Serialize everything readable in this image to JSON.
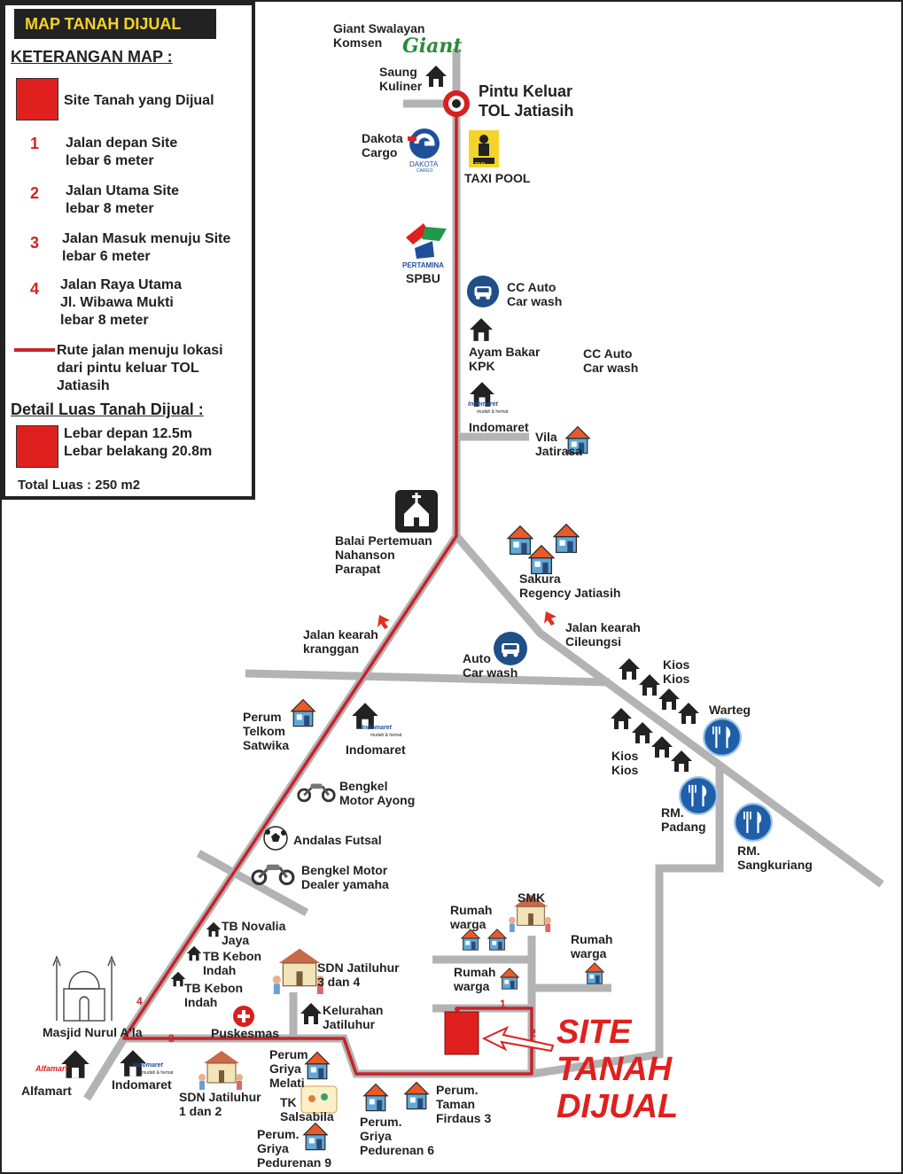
{
  "legend": {
    "title": "MAP TANAH DIJUAL",
    "keterangan_heading": "KETERANGAN MAP :",
    "site_label": "Site Tanah yang Dijual",
    "items": [
      {
        "num": "1",
        "text": "Jalan depan Site\nlebar 6 meter"
      },
      {
        "num": "2",
        "text": "Jalan Utama Site\nlebar 8 meter"
      },
      {
        "num": "3",
        "text": "Jalan Masuk menuju Site\nlebar 6 meter"
      },
      {
        "num": "4",
        "text": "Jalan Raya Utama\nJl. Wibawa Mukti\nlebar 8 meter"
      }
    ],
    "route_label": "Rute jalan menuju lokasi\ndari pintu keluar TOL\nJatiasih",
    "detail_heading": "Detail Luas Tanah Dijual :",
    "detail_text": "Lebar depan 12.5m\nLebar belakang 20.8m",
    "total": "Total Luas : 250 m2",
    "colors": {
      "title_bg": "#222222",
      "title_text": "#f4d42a",
      "site": "#e0201e",
      "route": "#c8232a"
    }
  },
  "places": {
    "giant": "Giant Swalayan\nKomsen",
    "giant_logo": "Giant",
    "saung": "Saung\nKuliner",
    "tol": "Pintu Keluar\nTOL Jatiasih",
    "dakota": "Dakota\nCargo",
    "dakota_logo": "DAKOTA",
    "dakota_logo_sub": "CARGO",
    "taxi": "TAXI POOL",
    "taxi_sign": "TAXI",
    "pertamina_logo": "PERTAMINA",
    "spbu": "SPBU",
    "cc_auto_1": "CC Auto\nCar wash",
    "ayam": "Ayam Bakar\nKPK",
    "cc_auto_2": "CC Auto\nCar wash",
    "indomaret_1": "Indomaret",
    "indomaret_logo": "Indomaret",
    "indomaret_tag": "mudah & hemat",
    "vila": "Vila\nJatirasa",
    "balai": "Balai Pertemuan\nNahanson\nParapat",
    "sakura": "Sakura\nRegency Jatiasih",
    "kranggan": "Jalan kearah\nkranggan",
    "cileungsi": "Jalan kearah\nCileungsi",
    "auto_wash": "Auto\nCar wash",
    "kios_1": "Kios\nKios",
    "warteg": "Warteg",
    "kios_2": "Kios\nKios",
    "telkom": "Perum\nTelkom\nSatwika",
    "indomaret_2": "Indomaret",
    "bengkel_ayong": "Bengkel\nMotor Ayong",
    "rm_padang": "RM.\nPadang",
    "rm_sangkuriang": "RM.\nSangkuriang",
    "futsal": "Andalas Futsal",
    "bengkel_yamaha": "Bengkel Motor\nDealer yamaha",
    "smk": "SMK",
    "rumah_1": "Rumah\nwarga",
    "rumah_2": "Rumah\nwarga",
    "rumah_3": "Rumah\nwarga",
    "tb_novalia": "TB Novalia\nJaya",
    "tb_kebon_1": "TB Kebon\nIndah",
    "tb_kebon_2": "TB Kebon\nIndah",
    "sdn_34": "SDN Jatiluhur\n3 dan 4",
    "masjid": "Masjid Nurul A'la",
    "kelurahan": "Kelurahan\nJatiluhur",
    "puskesmas": "Puskesmas",
    "alfamart": "Alfamart",
    "alfamart_logo": "Alfamart",
    "indomaret_3": "Indomaret",
    "sdn_12": "SDN Jatiluhur\n1 dan 2",
    "griya_melati": "Perum\nGriya\nMelati",
    "tk": "TK\nSalsabila",
    "taman_firdaus": "Perum.\nTaman\nFirdaus 3",
    "pedurenan_6": "Perum.\nGriya\nPedurenan 6",
    "pedurenan_9": "Perum.\nGriya\nPedurenan 9",
    "site_text": "SITE\nTANAH\nDIJUAL"
  },
  "road_numbers": [
    "1",
    "2",
    "3",
    "4"
  ],
  "colors": {
    "road": "#b3b3b3",
    "route": "#c8232a",
    "site": "#e0201e",
    "food_icon": "#1f5fa8"
  }
}
